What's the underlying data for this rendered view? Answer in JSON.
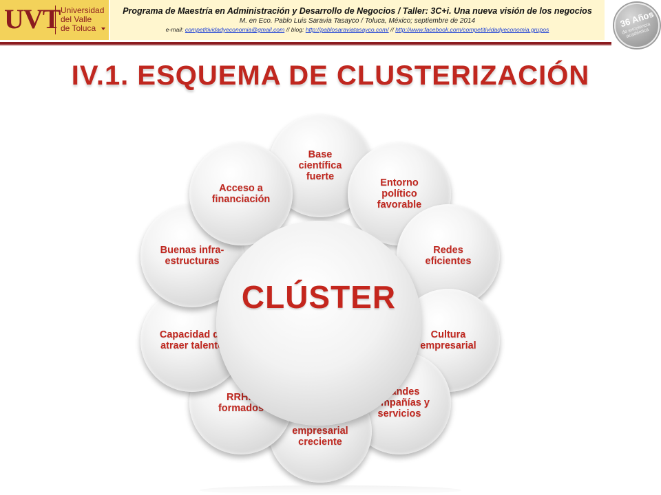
{
  "header": {
    "logo_mark": "UVT",
    "logo_text": "Universidad\ndel Valle\nde Toluca",
    "title": "Programa de Maestría en Administración y Desarrollo de Negocios / Taller: 3C+i. Una nueva visión de los negocios",
    "author": "M. en Eco. Pablo Luis Saravia Tasayco / Toluca, México; septiembre de 2014",
    "email_label": "e-mail: ",
    "email": "competitividadyeconomia@gmail.com",
    "blog_label": " // blog: ",
    "blog": "http://pablosaraviatasayco.com/",
    "sep": " // ",
    "facebook": "http://www.facebook.com/competitividadyeconomia.grupos",
    "badge_text": "36 Años",
    "badge_sub": "de excelencia académica"
  },
  "slide": {
    "title": "IV.1. ESQUEMA DE CLUSTERIZACIÓN"
  },
  "diagram": {
    "center": "CLÚSTER",
    "nodes": [
      "Base\ncientífica\nfuerte",
      "Entorno\npolítico\nfavorable",
      "Redes\neficientes",
      "Cultura\nempresarial",
      "Grandes\ncompañías y\nservicios",
      "Base\nempresarial\ncreciente",
      "RRHH\nformados",
      "Capacidad de\natraer talento",
      "Buenas infra-\nestructuras",
      "Acceso a\nfinanciación"
    ]
  },
  "colors": {
    "accent_red": "#c0271f",
    "brand_maroon": "#8b1b1f",
    "logo_yellow": "#f3d25a"
  }
}
